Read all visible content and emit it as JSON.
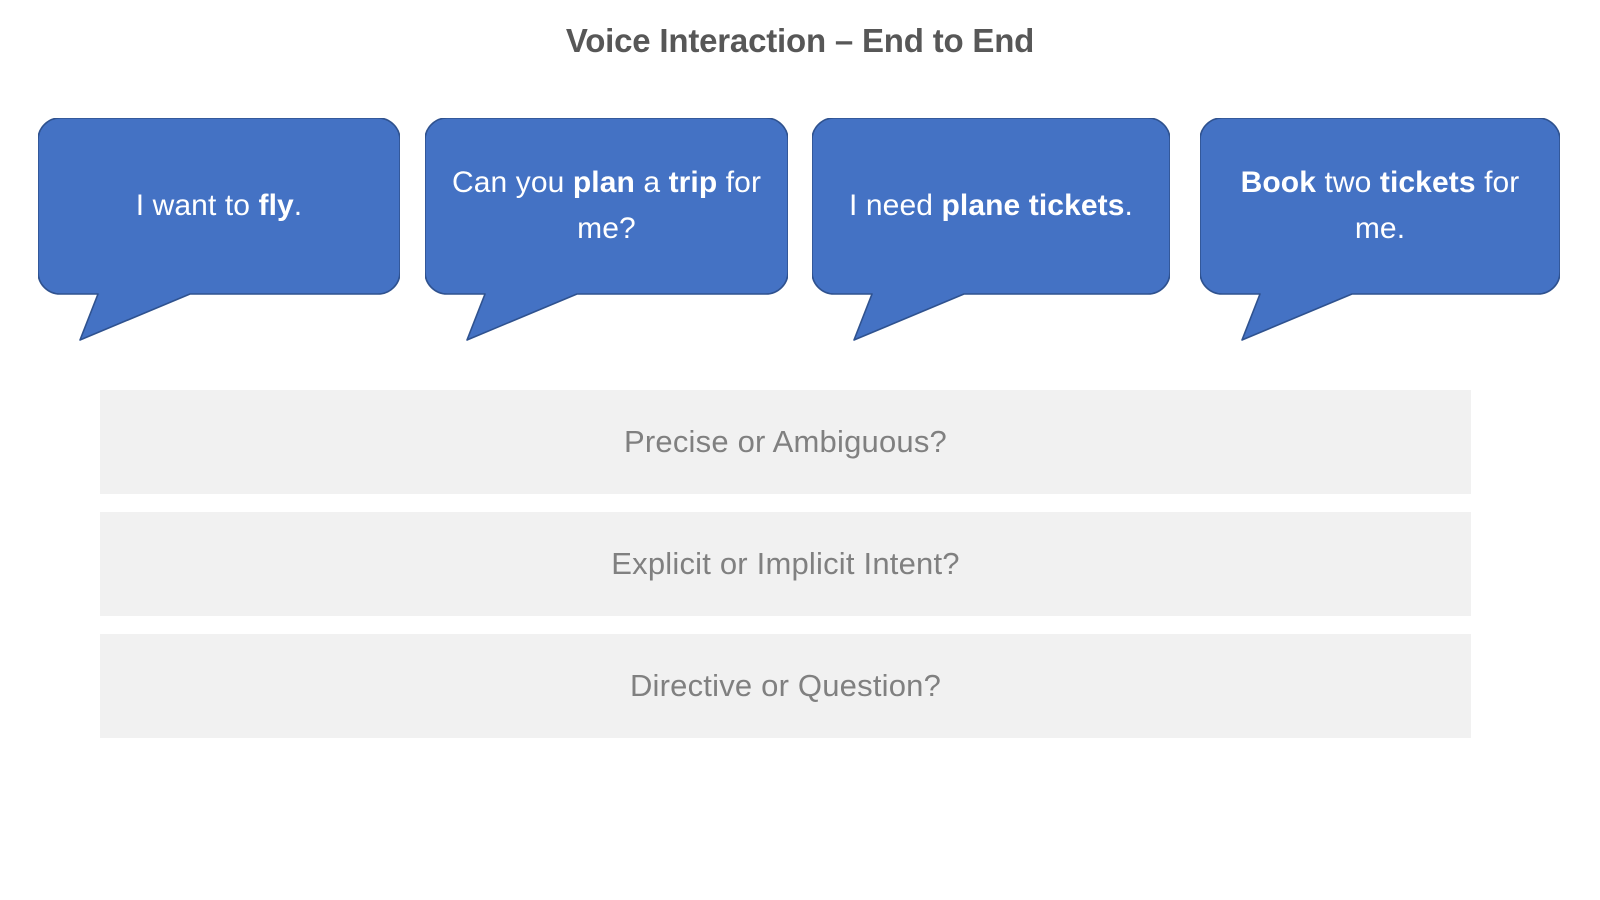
{
  "slide": {
    "title": "Voice Interaction – End to End",
    "background_color": "#FFFFFF",
    "title_color": "#575757"
  },
  "bubbles": {
    "fill_color": "#4472C4",
    "stroke_color": "#2F528F",
    "text_color": "#FFFFFF",
    "items": [
      {
        "id": "bubble-1",
        "plain_text": "I want to fly.",
        "segments": [
          {
            "text": "I want to ",
            "bold": false
          },
          {
            "text": "fly",
            "bold": true
          },
          {
            "text": ".",
            "bold": false
          }
        ]
      },
      {
        "id": "bubble-2",
        "plain_text": "Can you plan a trip for me?",
        "segments": [
          {
            "text": "Can you ",
            "bold": false
          },
          {
            "text": "plan",
            "bold": true
          },
          {
            "text": " a ",
            "bold": false
          },
          {
            "text": "trip",
            "bold": true
          },
          {
            "text": " for me?",
            "bold": false
          }
        ]
      },
      {
        "id": "bubble-3",
        "plain_text": "I need plane tickets.",
        "segments": [
          {
            "text": "I need ",
            "bold": false
          },
          {
            "text": "plane tickets",
            "bold": true
          },
          {
            "text": ".",
            "bold": false
          }
        ]
      },
      {
        "id": "bubble-4",
        "plain_text": "Book two tickets for me.",
        "segments": [
          {
            "text": "Book",
            "bold": true
          },
          {
            "text": " two ",
            "bold": false
          },
          {
            "text": "tickets",
            "bold": true
          },
          {
            "text": " for me.",
            "bold": false
          }
        ]
      }
    ]
  },
  "question_bars": {
    "fill_color": "#F1F1F1",
    "text_color": "#808080",
    "items": [
      {
        "id": "bar-1",
        "label": "Precise or Ambiguous?"
      },
      {
        "id": "bar-2",
        "label": "Explicit or Implicit Intent?"
      },
      {
        "id": "bar-3",
        "label": "Directive or Question?"
      }
    ]
  }
}
